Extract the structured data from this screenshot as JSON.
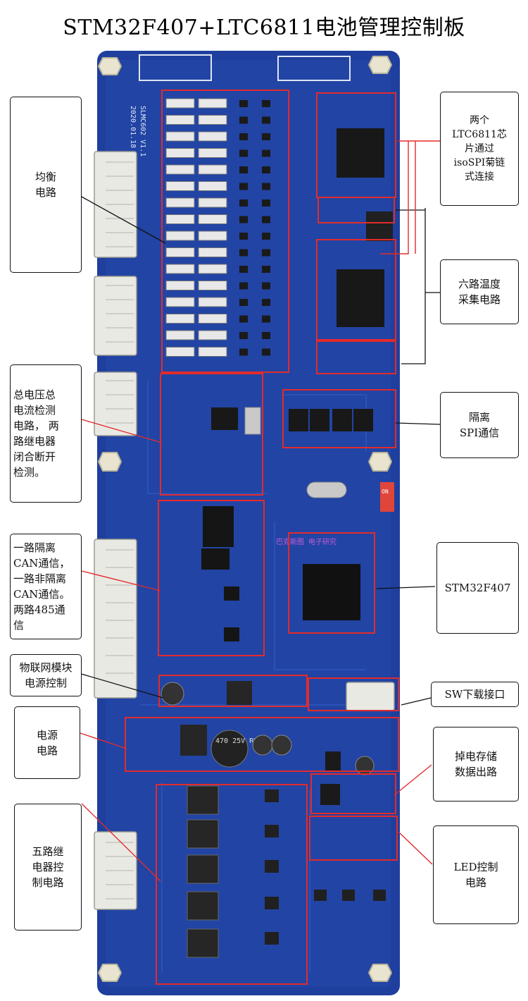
{
  "title": "STM32F407+LTC6811电池管理控制板",
  "board": {
    "silk_model": "SLMC602 V1.1",
    "silk_date": "2020.01.18",
    "watermark": "巴克斯图 电子研究",
    "switch_label": "ON",
    "inductor_label": "470\n25V\nRVT"
  },
  "labels": [
    {
      "id": "balance",
      "text": "均衡\n电路"
    },
    {
      "id": "ltc6811",
      "text": "两个\nLTC6811芯\n片通过\nisoSPI菊链\n式连接"
    },
    {
      "id": "temp",
      "text": "六路温度\n采集电路"
    },
    {
      "id": "voltage",
      "text": "总电压总\n电流检测\n电路， 两\n路继电器\n闭合断开\n检测。"
    },
    {
      "id": "spi",
      "text": "隔离\nSPI通信"
    },
    {
      "id": "can",
      "text": "一路隔离\nCAN通信，\n一路非隔离\nCAN通信。\n两路485通\n信"
    },
    {
      "id": "stm32",
      "text": "STM32F407"
    },
    {
      "id": "iot",
      "text": "物联网模块\n电源控制"
    },
    {
      "id": "sw",
      "text": "SW下载接口"
    },
    {
      "id": "power",
      "text": "电源\n电路"
    },
    {
      "id": "storage",
      "text": "掉电存储\n数据出路"
    },
    {
      "id": "relay",
      "text": "五路继\n电器控\n制电路"
    },
    {
      "id": "led",
      "text": "LED控制\n电路"
    }
  ],
  "colors": {
    "board": "#1f3f9e",
    "board_dark": "#163080",
    "highlight": "#e32b2b",
    "pad": "#d8d8d8"
  }
}
